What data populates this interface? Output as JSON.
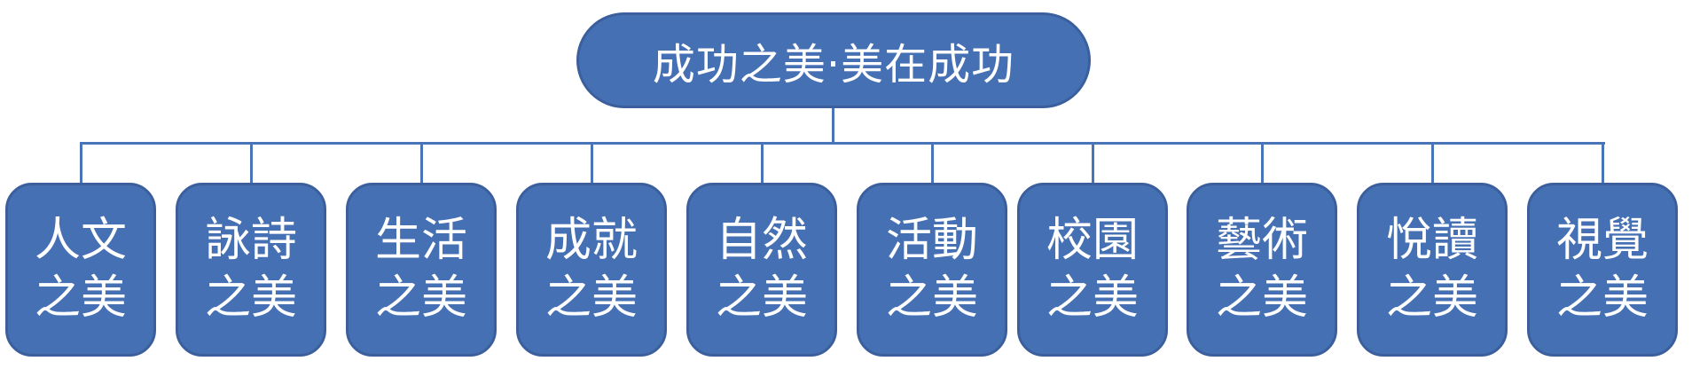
{
  "root": {
    "label": "成功之美·美在成功"
  },
  "children": [
    {
      "line1": "人文",
      "line2": "之美"
    },
    {
      "line1": "詠詩",
      "line2": "之美"
    },
    {
      "line1": "生活",
      "line2": "之美"
    },
    {
      "line1": "成就",
      "line2": "之美"
    },
    {
      "line1": "自然",
      "line2": "之美"
    },
    {
      "line1": "活動",
      "line2": "之美"
    },
    {
      "line1": "校園",
      "line2": "之美"
    },
    {
      "line1": "藝術",
      "line2": "之美"
    },
    {
      "line1": "悅讀",
      "line2": "之美"
    },
    {
      "line1": "視覺",
      "line2": "之美"
    }
  ],
  "colors": {
    "node_fill": "#4670b4",
    "node_border": "#3a5f9c",
    "connector": "#4a74b8",
    "text": "#ffffff"
  }
}
